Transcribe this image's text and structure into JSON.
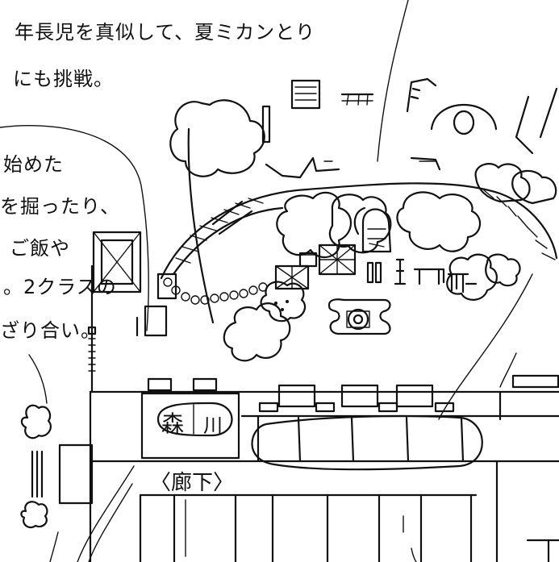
{
  "notes_top": {
    "line1": "年長児を真似して、夏ミカンとり",
    "line2": "にも挑戦。"
  },
  "notes_left": {
    "line1": "始めた",
    "line2": "を掘ったり、",
    "line3": "ご飯や",
    "line4": "。2クラスの",
    "line5": "ざり合い。"
  },
  "rooms": {
    "mori": "森",
    "kawa": "川"
  },
  "corridor_label": "〈廊下〉",
  "ink_color": "#111111"
}
